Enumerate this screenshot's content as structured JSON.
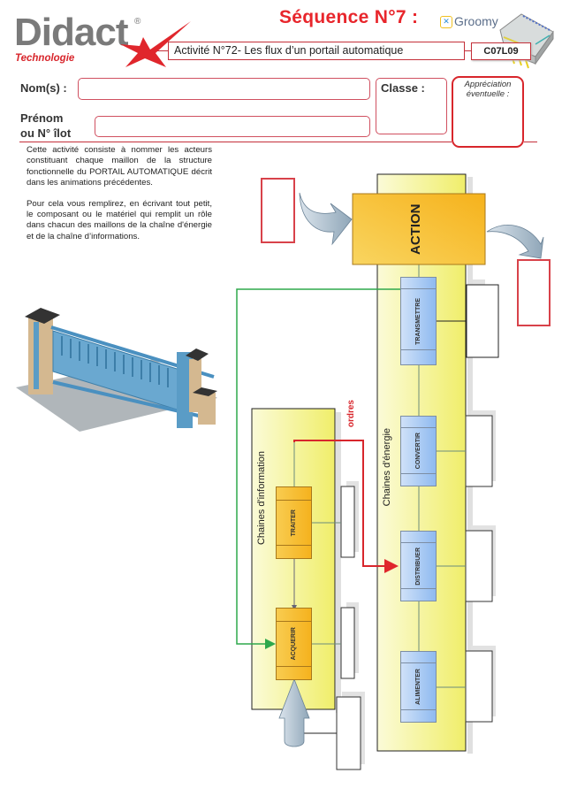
{
  "header": {
    "logo_main": "Didact",
    "logo_x": "X",
    "logo_registered": "®",
    "logo_sub": "Technologie",
    "sequence": "Séquence N°7 :",
    "partner_logo": "Groomy",
    "activity_title": "Activité N°72- Les flux d’un portail automatique",
    "code": "C07L09"
  },
  "form": {
    "names_label": "Nom(s) :",
    "firstname_label_1": "Prénom",
    "firstname_label_2": "ou N° îlot",
    "class_label": "Classe :",
    "appreciation_label_1": "Appréciation",
    "appreciation_label_2": "éventuelle :",
    "names_value": "",
    "firstname_value": ""
  },
  "intro": {
    "paragraph_1": "Cette activité consiste à nommer les acteurs constituant chaque maillon de la structure fonctionnelle du PORTAIL AUTOMATIQUE décrit dans les animations précédentes.",
    "paragraph_2": "Pour cela vous remplirez, en écrivant tout petit, le composant ou le matériel qui remplit un rôle dans chacun des maillons de la chaîne d'énergie et de la chaîne d’informations."
  },
  "diagram": {
    "action_label": "ACTION",
    "energy_chain_label": "Chaines d'énergie",
    "info_chain_label": "Chaines d'information",
    "orders_label": "ordres",
    "energy_blocks": [
      "TRANSMETTRE",
      "CONVERTIR",
      "DISTRIBUER",
      "ALIMENTER"
    ],
    "info_blocks": [
      "TRAITER",
      "ACQUERIR"
    ],
    "colors": {
      "accent_red": "#e8262c",
      "energy_block": "#8fbaf0",
      "info_block": "#f5b21e",
      "chain_bg": "#f4f27a",
      "info_flow": "#2ea84c",
      "orders_flow": "#d8262c"
    }
  },
  "image": {
    "alt_icon": "sliding-gate-illustration"
  }
}
